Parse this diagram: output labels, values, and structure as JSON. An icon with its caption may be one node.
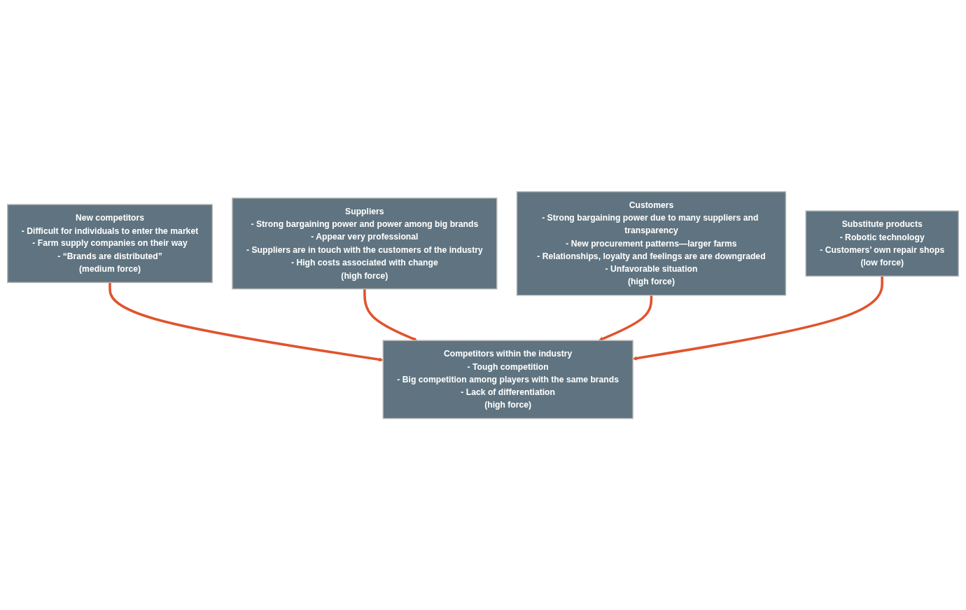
{
  "diagram": {
    "nodes": [
      {
        "text": [
          "New competitors",
          "- Difficult for individuals to enter the market",
          "- Farm supply companies on their way",
          "- “Brands are distributed”",
          "(medium force)"
        ]
      },
      {
        "text": [
          "Suppliers",
          "- Strong bargaining power and power among big brands",
          "- Appear very professional",
          "- Suppliers are in touch with the customers of the industry",
          "- High costs associated with change",
          "(high force)"
        ]
      },
      {
        "text": [
          "Competitors within the industry",
          "- Tough competition",
          "- Big competition among players with the same brands",
          "- Lack of differentiation",
          "(high force)"
        ]
      },
      {
        "text": [
          "Customers",
          "- Strong bargaining power due to many suppliers and transparency",
          "- New procurement patterns—larger farms",
          "- Relationships, loyalty and feelings are are downgraded",
          "- Unfavorable situation",
          "(high force)"
        ]
      },
      {
        "text": [
          "Substitute products",
          "- Robotic technology",
          "- Customers’ own repair shops",
          "(low force)"
        ]
      }
    ],
    "edges": [
      {
        "from": 0,
        "to": 2,
        "arrow": "to"
      },
      {
        "from": 1,
        "to": 2,
        "arrow": "to"
      },
      {
        "from": 3,
        "to": 2,
        "arrow": "to"
      },
      {
        "from": 4,
        "to": 2,
        "arrow": "to"
      }
    ]
  }
}
